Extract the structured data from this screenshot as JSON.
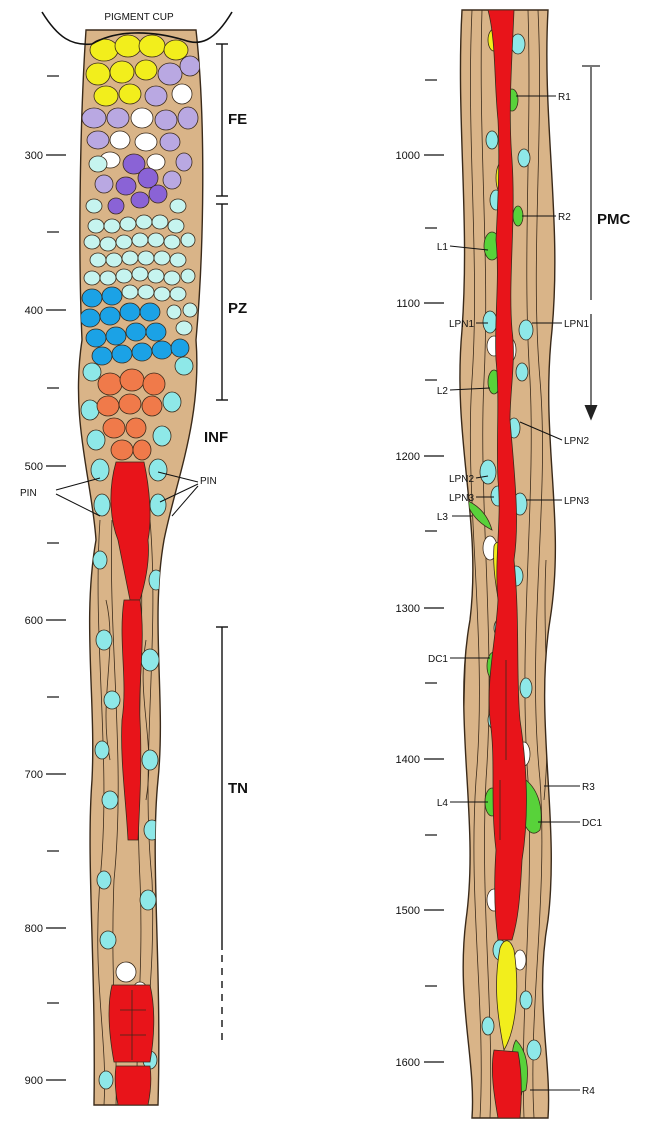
{
  "title": "PIGMENT CUP",
  "colors": {
    "sheath": "#d9b488",
    "outline": "#3a2a1a",
    "red": "#e8141a",
    "yellow": "#f2ee1c",
    "green": "#58d23a",
    "cyan": "#8ee8e8",
    "light_cyan": "#c6f4ef",
    "blue": "#1ba2e6",
    "lavender": "#b9a8e2",
    "purple": "#8a63d6",
    "orange": "#f07a4a",
    "white": "#ffffff"
  },
  "left_axis": {
    "labels": [
      "300",
      "400",
      "500",
      "600",
      "700",
      "800",
      "900"
    ]
  },
  "right_axis": {
    "labels": [
      "1000",
      "1100",
      "1200",
      "1300",
      "1400",
      "1500",
      "1600"
    ]
  },
  "zones": [
    {
      "id": "fe",
      "label": "FE"
    },
    {
      "id": "pz",
      "label": "PZ"
    },
    {
      "id": "inf",
      "label": "INF"
    },
    {
      "id": "tn",
      "label": "TN"
    },
    {
      "id": "pmc",
      "label": "PMC"
    }
  ],
  "pin_labels": {
    "left": "PIN",
    "right": "PIN"
  },
  "right_labels": {
    "r1": "R1",
    "r2": "R2",
    "l1": "L1",
    "lpn1_left": "LPN1",
    "lpn1_right": "LPN1",
    "l2": "L2",
    "lpn2_right": "LPN2",
    "lpn2_left": "LPN2",
    "lpn3_left": "LPN3",
    "lpn3_right": "LPN3",
    "l3": "L3",
    "dc1_upper": "DC1",
    "r3": "R3",
    "l4": "L4",
    "dc1_lower": "DC1",
    "r4": "R4"
  }
}
